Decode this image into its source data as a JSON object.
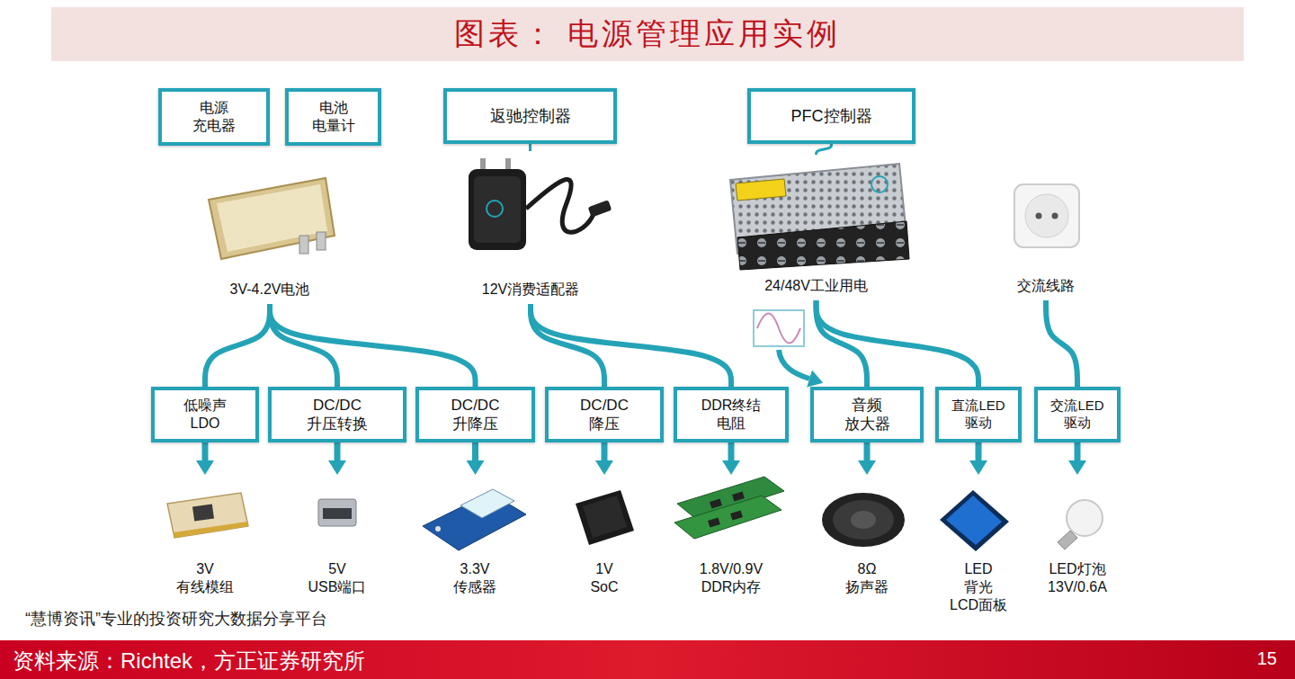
{
  "diagram": {
    "title": "图表： 电源管理应用实例",
    "nodes": [
      {
        "text": [
          "电源 充电器"
        ]
      },
      {
        "text": [
          "电池 电量计"
        ]
      },
      {
        "text": [
          "返驰控制器"
        ]
      },
      {
        "text": [
          "PFC控制器"
        ]
      },
      {
        "text": [
          "3V-4.2V电池"
        ]
      },
      {
        "text": [
          "12V消费适配器"
        ]
      },
      {
        "text": [
          "24/48V工业用电"
        ]
      },
      {
        "text": [
          "交流线路"
        ]
      },
      {
        "text": [
          "低噪声 LDO"
        ]
      },
      {
        "text": [
          "DC/DC 升压转换"
        ]
      },
      {
        "text": [
          "DC/DC 升降压"
        ]
      },
      {
        "text": [
          "DC/DC 降压"
        ]
      },
      {
        "text": [
          "DDR终结 电阻"
        ]
      },
      {
        "text": [
          "音频 放大器"
        ]
      },
      {
        "text": [
          "直流LED 驱动"
        ]
      },
      {
        "text": [
          "交流LED 驱动"
        ]
      },
      {
        "text": [
          "3V 有线模组"
        ]
      },
      {
        "text": [
          "5V USB端口"
        ]
      },
      {
        "text": [
          "3.3V 传感器"
        ]
      },
      {
        "text": [
          "1V SoC"
        ]
      },
      {
        "text": [
          "1.8V/0.9V DDR内存"
        ]
      },
      {
        "text": [
          "8Ω 扬声器"
        ]
      },
      {
        "text": [
          "LED 背光 LCD面板"
        ]
      },
      {
        "text": [
          "LED灯泡 13V/0.6A"
        ]
      }
    ],
    "edges": [
      {
        "from": 2,
        "to": 5,
        "arrow": "none"
      },
      {
        "from": 3,
        "to": 6,
        "arrow": "none"
      },
      {
        "from": 4,
        "to": 8,
        "arrow": "none"
      },
      {
        "from": 4,
        "to": 9,
        "arrow": "none"
      },
      {
        "from": 4,
        "to": 10,
        "arrow": "none"
      },
      {
        "from": 5,
        "to": 11,
        "arrow": "none"
      },
      {
        "from": 5,
        "to": 12,
        "arrow": "none"
      },
      {
        "from": 6,
        "to": 13,
        "arrow": "none"
      },
      {
        "from": 6,
        "to": 14,
        "arrow": "none"
      },
      {
        "from": 7,
        "to": 15,
        "arrow": "none"
      },
      {
        "from": 8,
        "to": 16,
        "arrow": "to"
      },
      {
        "from": 9,
        "to": 17,
        "arrow": "to"
      },
      {
        "from": 10,
        "to": 18,
        "arrow": "to"
      },
      {
        "from": 11,
        "to": 19,
        "arrow": "to"
      },
      {
        "from": 12,
        "to": 20,
        "arrow": "to"
      },
      {
        "from": 13,
        "to": 21,
        "arrow": "to"
      },
      {
        "from": 14,
        "to": 22,
        "arrow": "to"
      },
      {
        "from": 15,
        "to": 23,
        "arrow": "to"
      }
    ],
    "labels": [
      "“慧博资讯”专业的投资研究大数据分享平台",
      "资料来源：Richtek，方正证券研究所",
      "15"
    ]
  }
}
